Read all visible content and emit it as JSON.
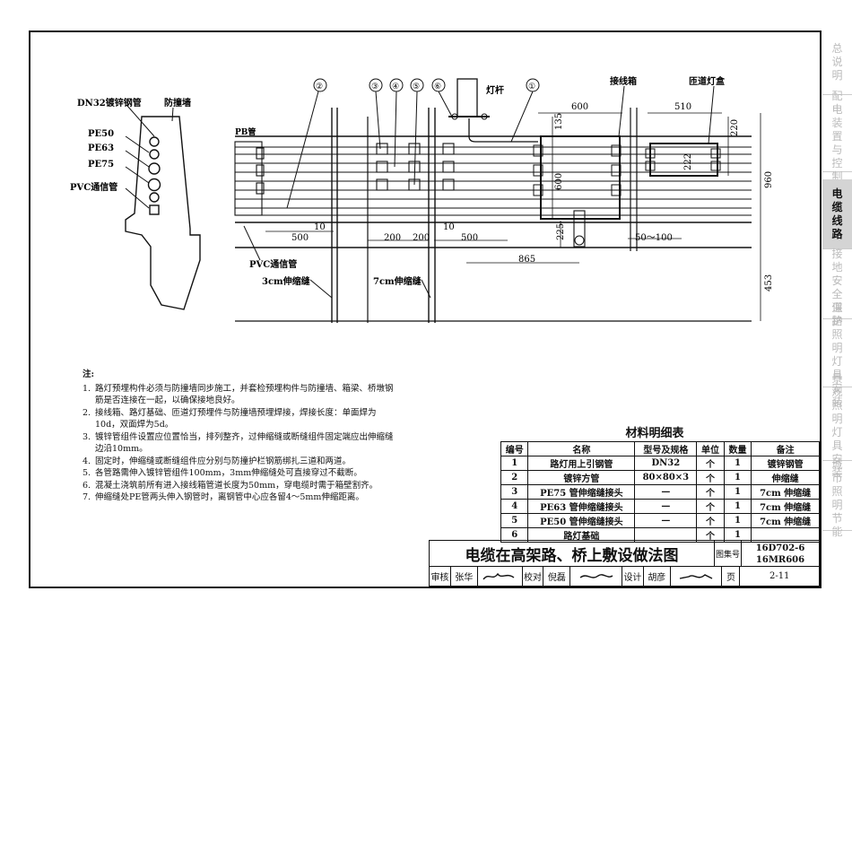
{
  "left_tabs": [
    {
      "label": "总说明",
      "active": false
    },
    {
      "label": "配电装置与控制",
      "active": false
    },
    {
      "label": "电缆线路",
      "active": true
    },
    {
      "label": "接地安全保护",
      "active": false
    },
    {
      "label": "道路照明灯具安装",
      "active": false
    },
    {
      "label": "景观照明灯具安装",
      "active": false
    },
    {
      "label": "城市照明节能",
      "active": false
    }
  ],
  "side_tabs": [
    {
      "label": "总说明",
      "active": false
    },
    {
      "label": "配电装置与控制",
      "active": false
    },
    {
      "label": "电缆线路",
      "active": true
    },
    {
      "label": "接地安全保护",
      "active": false
    },
    {
      "label": "道路照明灯具安装",
      "active": false
    },
    {
      "label": "景观照明灯具安装",
      "active": false
    },
    {
      "label": "城市照明节能",
      "active": false
    }
  ],
  "section": {
    "dn32": "DN32镀锌钢管",
    "barrier": "防撞墙",
    "pe50": "PE50",
    "pe63": "PE63",
    "pe75": "PE75",
    "pvc": "PVC通信管"
  },
  "plan": {
    "pb": "PB管",
    "lamp_pole": "灯杆",
    "junction_box": "接线箱",
    "tunnel_box": "匝道灯盒",
    "pvc": "PVC通信管",
    "joint3": "3cm伸缩缝",
    "joint7": "7cm伸缩缝",
    "callouts": [
      "②",
      "③",
      "④",
      "⑤",
      "⑥",
      "①"
    ],
    "dims": {
      "d600": "600",
      "d510": "510",
      "d135": "135",
      "d600v": "600",
      "d220": "220",
      "d222": "222",
      "d960": "960",
      "d453": "453",
      "d10a": "10",
      "d500a": "500",
      "d200a": "200",
      "d200b": "200",
      "d10b": "10",
      "d500b": "500",
      "d225": "225",
      "d865": "865",
      "d50_100": "50～100"
    }
  },
  "notes": {
    "heading": "注:",
    "items": [
      {
        "n": "1.",
        "t": "路灯预埋构件必须与防撞墙同步施工，并套检预埋构件与防撞墙、箱梁、桥墩钢筋是否连接在一起，以确保接地良好。"
      },
      {
        "n": "2.",
        "t": "接线箱、路灯基础、匝道灯预埋件与防撞墙预埋焊接，焊接长度：单面焊为10d，双面焊为5d。"
      },
      {
        "n": "3.",
        "t": "镀锌管组件设置应位置恰当，排列整齐，过伸缩缝或断缝组件固定端应出伸缩缝边沿10mm。"
      },
      {
        "n": "4.",
        "t": "固定时，伸缩缝或断缝组件应分别与防撞护栏钢筋绑扎三道和两道。"
      },
      {
        "n": "5.",
        "t": "各管路需伸入镀锌管组件100mm，3mm伸缩缝处可直接穿过不截断。"
      },
      {
        "n": "6.",
        "t": "混凝土浇筑前所有进入接线箱管道长度为50mm，穿电缆时需于箱壁割齐。"
      },
      {
        "n": "7.",
        "t": "伸缩缝处PE管两头伸入钢管时，离钢管中心应各留4～5mm伸缩距离。"
      }
    ]
  },
  "materials": {
    "title": "材料明细表",
    "headers": [
      "编号",
      "名称",
      "型号及规格",
      "单位",
      "数量",
      "备注"
    ],
    "rows": [
      [
        "1",
        "路灯用上引钢管",
        "DN32",
        "个",
        "1",
        "镀锌钢管"
      ],
      [
        "2",
        "镀锌方管",
        "80×80×3",
        "个",
        "1",
        "伸缩缝"
      ],
      [
        "3",
        "PE75 管伸缩缝接头",
        "—",
        "个",
        "1",
        "7cm 伸缩缝"
      ],
      [
        "4",
        "PE63 管伸缩缝接头",
        "—",
        "个",
        "1",
        "7cm 伸缩缝"
      ],
      [
        "5",
        "PE50 管伸缩缝接头",
        "—",
        "个",
        "1",
        "7cm 伸缩缝"
      ],
      [
        "6",
        "路灯基础",
        "",
        "个",
        "1",
        ""
      ]
    ]
  },
  "title_block": {
    "title": "电缆在高架路、桥上敷设做法图",
    "atlas_label": "图集号",
    "atlas_no": "16D702-6",
    "atlas_no2": "16MR606",
    "sig": [
      "审核",
      "张华",
      "",
      "校对",
      "倪磊",
      "",
      "设计",
      "胡彦",
      "",
      "页",
      "2-11"
    ]
  }
}
